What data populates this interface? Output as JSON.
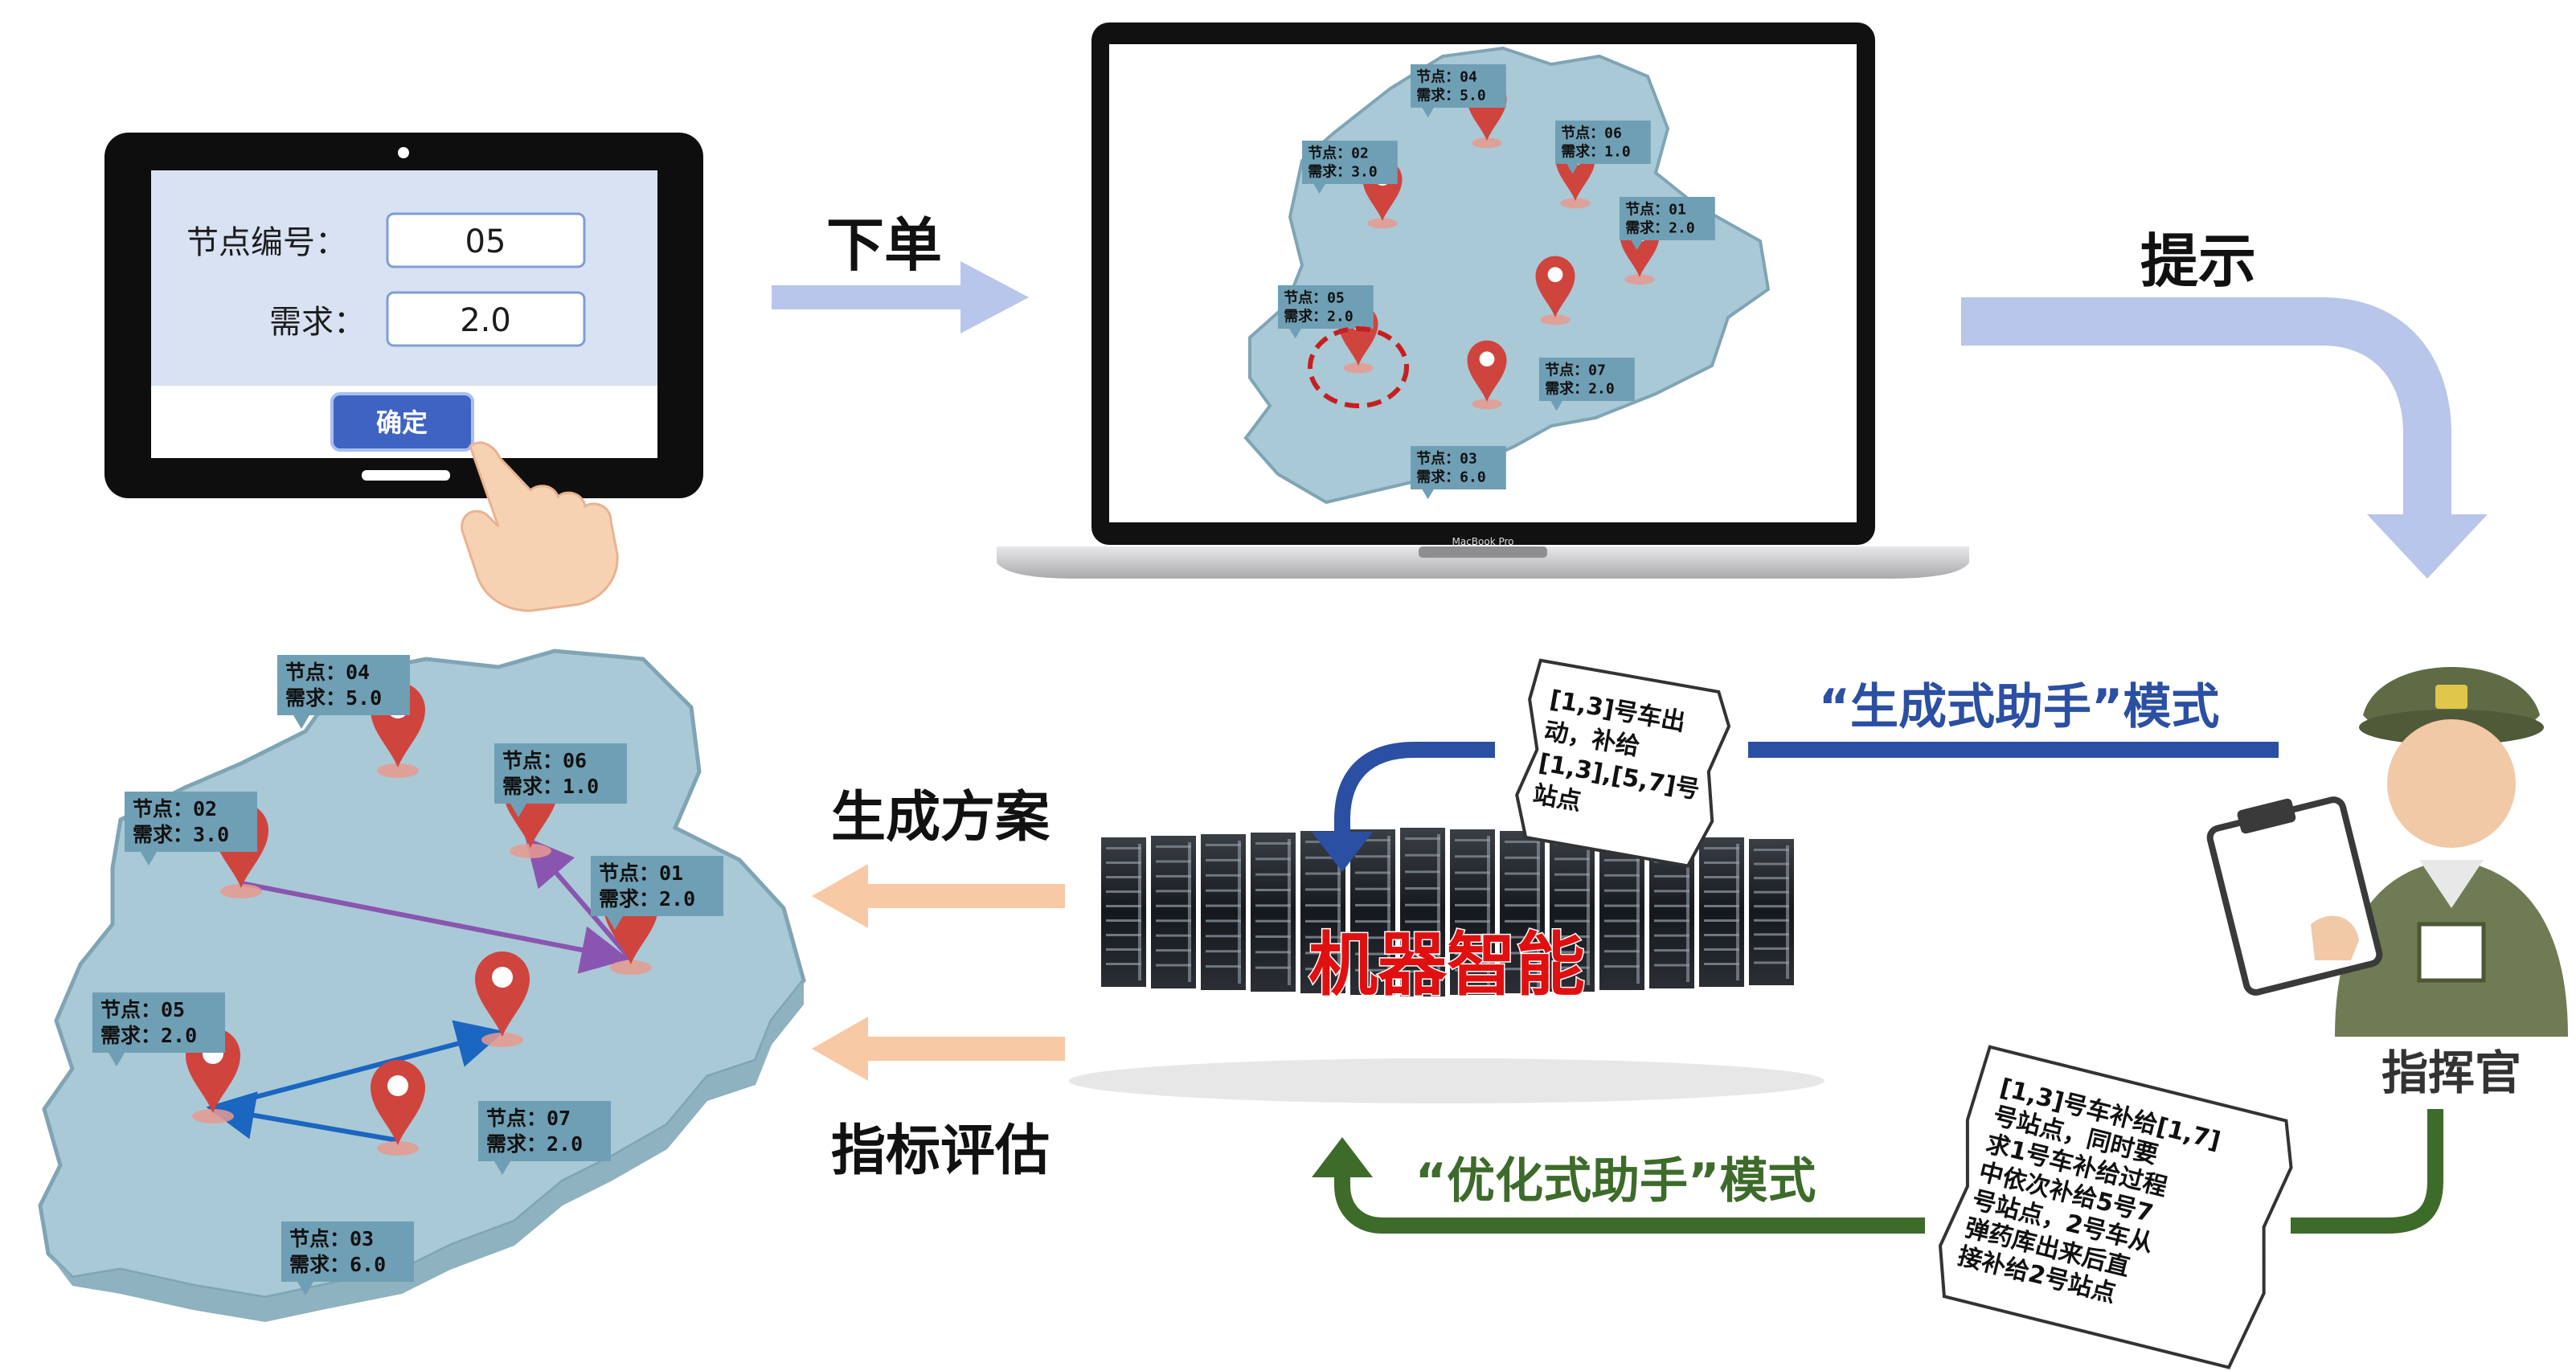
{
  "tablet": {
    "node_label": "节点编号：",
    "node_value": "05",
    "demand_label": "需求：",
    "demand_value": "2.0",
    "confirm_label": "确定"
  },
  "flow": {
    "order_label": "下单",
    "prompt_label": "提示",
    "generate_label": "生成方案",
    "evaluate_label": "指标评估"
  },
  "laptop": {
    "brand": "MacBook Pro"
  },
  "center": {
    "machine_label": "机器智能"
  },
  "commander": {
    "label": "指挥官"
  },
  "modes": {
    "generative": "“生成式助手”模式",
    "optimizing": "“优化式助手”模式"
  },
  "notes": {
    "generative_lines": [
      "[1,3]号车出",
      "动，补给",
      "[1,3],[5,7]号",
      "站点"
    ],
    "optimizing_lines": [
      "[1,3]号车补给[1,7]",
      "号站点，同时要",
      "求1号车补给过程",
      "中依次补给5号7",
      "号站点，2号车从",
      "弹药库出来后直",
      "接补给2号站点"
    ]
  },
  "nodes": [
    {
      "id": "04",
      "node": "节点：04",
      "demand": "需求：5.0"
    },
    {
      "id": "06",
      "node": "节点：06",
      "demand": "需求：1.0"
    },
    {
      "id": "02",
      "node": "节点：02",
      "demand": "需求：3.0"
    },
    {
      "id": "01",
      "node": "节点：01",
      "demand": "需求：2.0"
    },
    {
      "id": "05",
      "node": "节点：05",
      "demand": "需求：2.0"
    },
    {
      "id": "07",
      "node": "节点：07",
      "demand": "需求：2.0"
    },
    {
      "id": "03",
      "node": "节点：03",
      "demand": "需求：6.0"
    }
  ],
  "colors": {
    "map_fill": "#a9c9d6",
    "map_edge": "#7fa5b5",
    "pin": "#d0443e",
    "label_box": "#6f9fb4",
    "blue_flow": "#b7c6ea",
    "peach_flow": "#f7c9a4",
    "gen_mode": "#2b4fa2",
    "opt_mode": "#3d6b2a",
    "machine_text": "#e01010",
    "route_purple": "#8a55b0",
    "route_blue": "#1a66c0"
  }
}
